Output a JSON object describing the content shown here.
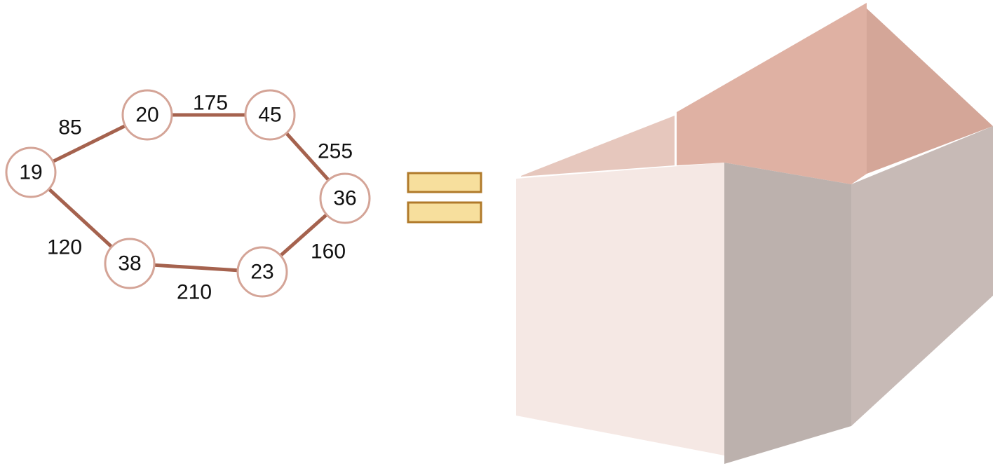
{
  "graph": {
    "nodes": [
      {
        "id": "n19",
        "label": "19"
      },
      {
        "id": "n20",
        "label": "20"
      },
      {
        "id": "n45",
        "label": "45"
      },
      {
        "id": "n36",
        "label": "36"
      },
      {
        "id": "n23",
        "label": "23"
      },
      {
        "id": "n38",
        "label": "38"
      }
    ],
    "edges": [
      {
        "from": "n19",
        "to": "n20",
        "weight": "85"
      },
      {
        "from": "n20",
        "to": "n45",
        "weight": "175"
      },
      {
        "from": "n45",
        "to": "n36",
        "weight": "255"
      },
      {
        "from": "n36",
        "to": "n23",
        "weight": "160"
      },
      {
        "from": "n23",
        "to": "n38",
        "weight": "210"
      },
      {
        "from": "n38",
        "to": "n19",
        "weight": "120"
      }
    ]
  },
  "colors": {
    "edge": "#a5624e",
    "node_stroke": "#d4a497",
    "equals_fill": "#f7df9d",
    "equals_stroke": "#b07a2a",
    "box_front": "#f5e8e4",
    "box_right": "#bcb1ad",
    "box_back_wall": "#c7bab6",
    "box_flap_back": "#dfb1a3",
    "box_flap_back_right": "#d4a698",
    "box_flap_left": "#e6c7bd"
  },
  "icons": {
    "equals": "equals-sign",
    "box": "open-box"
  }
}
